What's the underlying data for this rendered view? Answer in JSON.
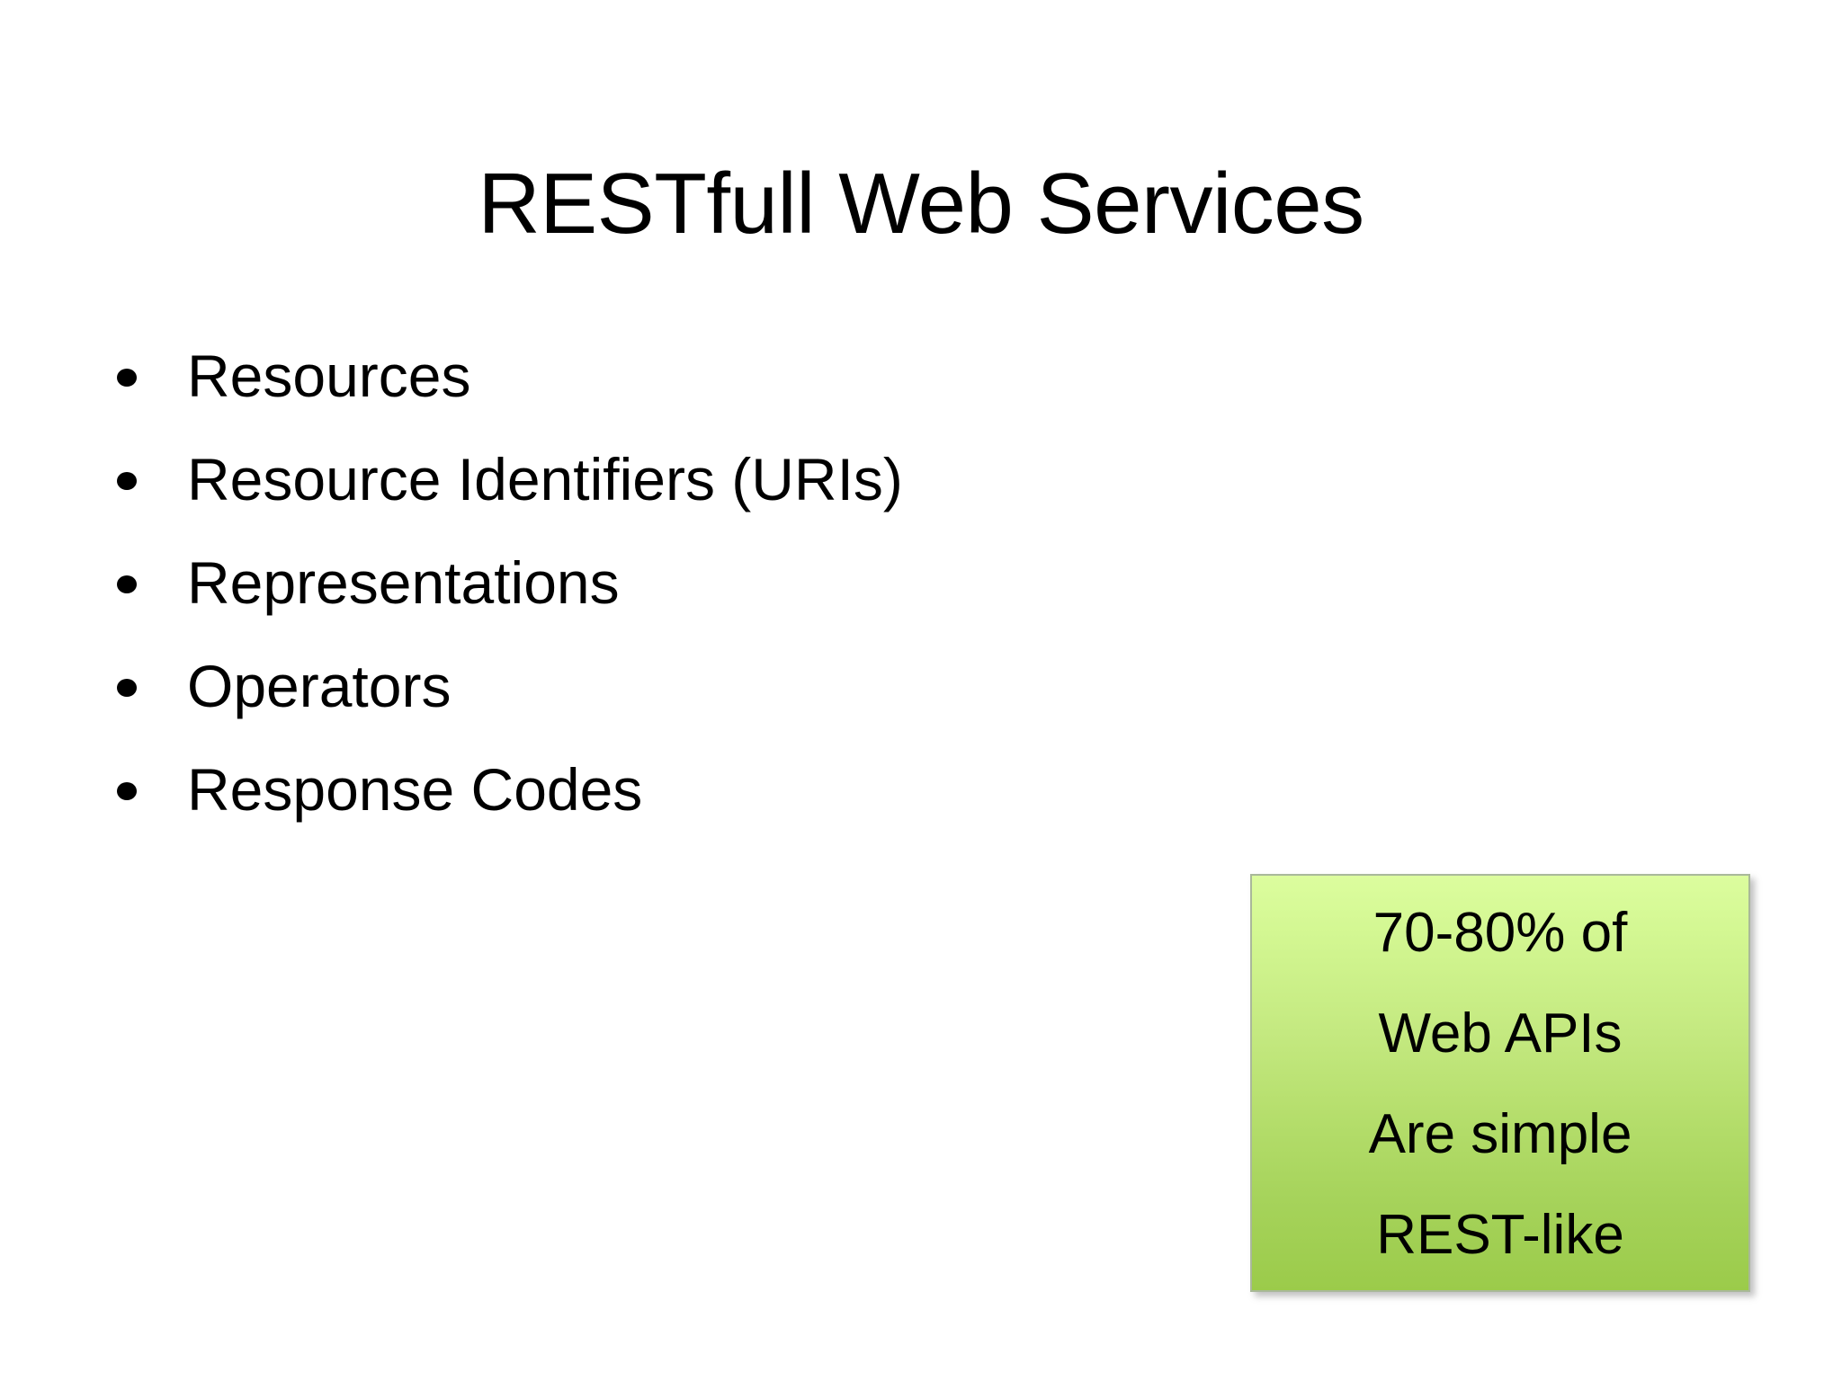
{
  "slide": {
    "title": "RESTfull Web Services",
    "background_color": "#ffffff",
    "text_color": "#000000"
  },
  "bullets": [
    {
      "label": "Resources",
      "marker": "bullet-dot-icon"
    },
    {
      "label": "Resource Identifiers (URIs)",
      "marker": "bullet-dot-icon"
    },
    {
      "label": "Representations",
      "marker": "bullet-dot-icon"
    },
    {
      "label": "Operators",
      "marker": "bullet-dot-icon"
    },
    {
      "label": "Response Codes",
      "marker": "bullet-dot-icon"
    }
  ],
  "callout": {
    "lines": [
      "70-80% of",
      "Web APIs",
      "Are simple",
      "REST-like"
    ],
    "gradient_top_color": "#dcfd9e",
    "gradient_bottom_color": "#9bcb4a",
    "border_color": "#a9b89a",
    "text_color": "#000000"
  }
}
